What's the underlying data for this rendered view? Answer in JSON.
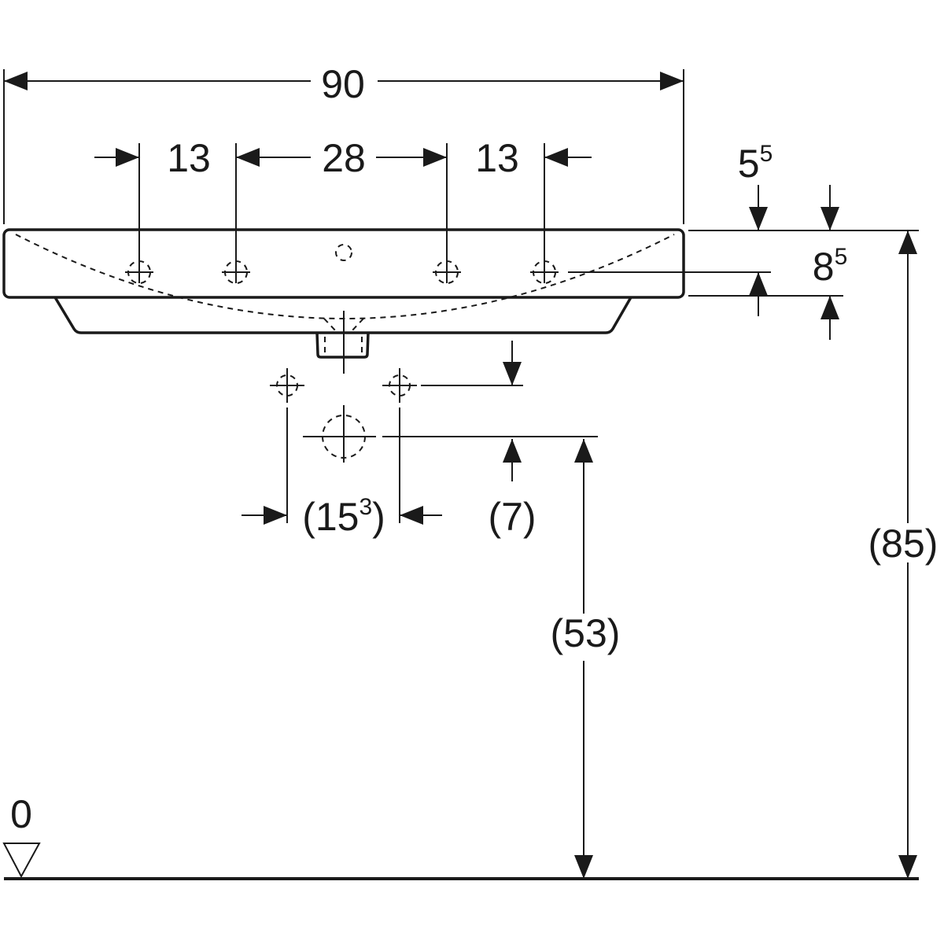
{
  "drawing": {
    "dimensions": {
      "overall_width": "90",
      "left_offset": "13",
      "center_spacing": "28",
      "right_offset": "13",
      "top_offset_base": "5",
      "top_offset_sup": "5",
      "hole_depth_base": "8",
      "hole_depth_sup": "5",
      "waste_spacing_open": "(15",
      "waste_spacing_sup": "3",
      "waste_spacing_close": ")",
      "waste_offset": "(7)",
      "waste_height": "(53)",
      "total_height": "(85)",
      "floor_level": "0"
    },
    "colors": {
      "line": "#1a1a1a",
      "background": "#ffffff"
    }
  }
}
